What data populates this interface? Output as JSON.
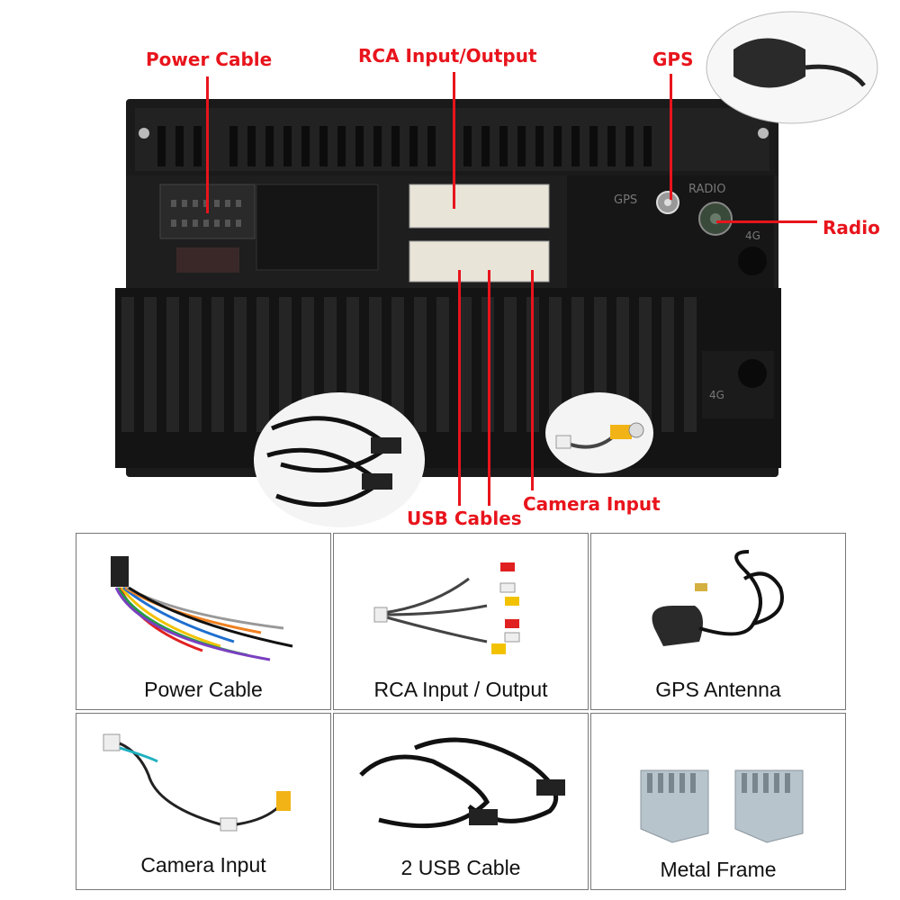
{
  "callouts": {
    "power_cable": "Power Cable",
    "rca": "RCA Input/Output",
    "gps": "GPS",
    "radio": "Radio",
    "usb": "USB Cables",
    "camera": "Camera Input"
  },
  "panel_labels": {
    "gps": "GPS",
    "radio": "RADIO",
    "fourg_top": "4G",
    "fourg_bottom": "4G"
  },
  "accessories": [
    {
      "label": "Power Cable"
    },
    {
      "label": "RCA Input / Output"
    },
    {
      "label": "GPS Antenna"
    },
    {
      "label": "Camera Input"
    },
    {
      "label": "2 USB Cable"
    },
    {
      "label": "Metal Frame"
    }
  ],
  "colors": {
    "callout": "#e8141c",
    "unit": "#1b1b1b",
    "connector": "#e8e4d8"
  }
}
